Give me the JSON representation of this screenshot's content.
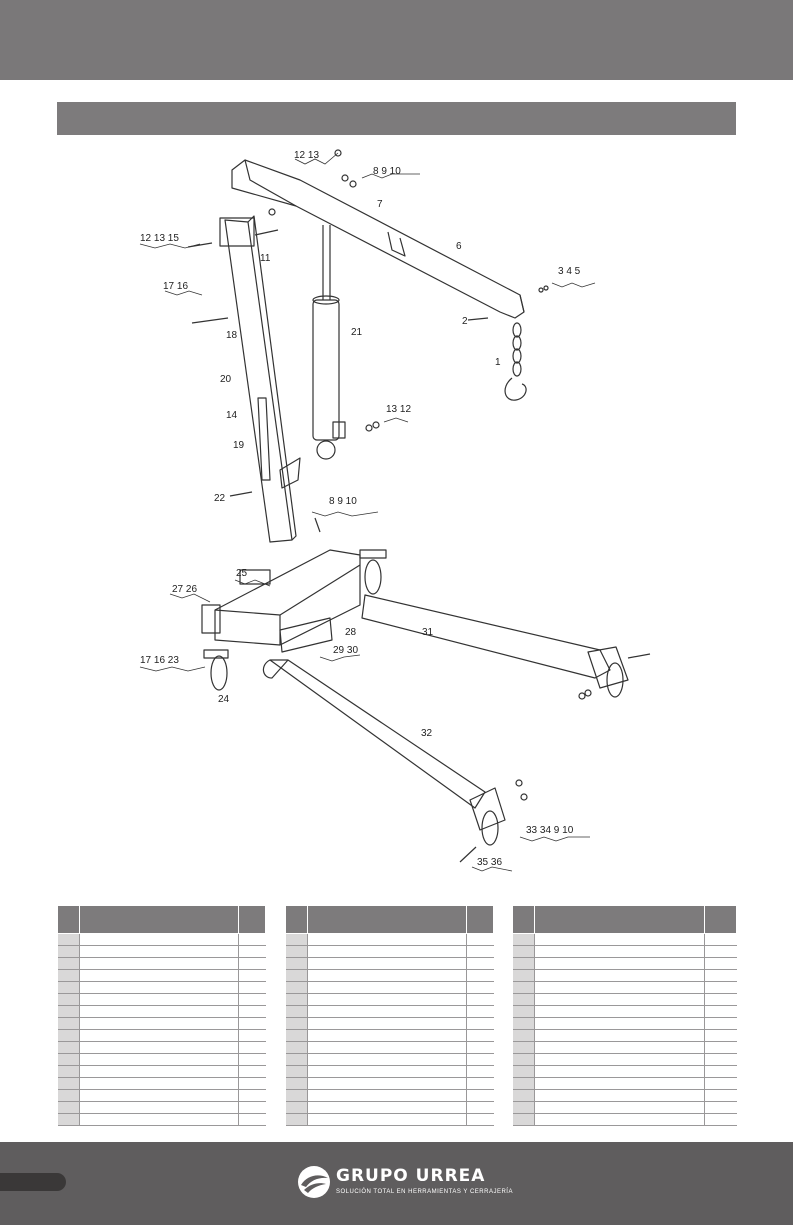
{
  "callouts": {
    "n1": "1",
    "n2": "2",
    "n3_4_5": "3   4   5",
    "n6": "6",
    "n7": "7",
    "n8_9_10_top": "8   9   10",
    "n11": "11",
    "n12_13_top": "12   13",
    "n12_13_15": "12   13   15",
    "n14": "14",
    "n13_12": "13   12",
    "n17_16_top": "17   16",
    "n18": "18",
    "n19": "19",
    "n20": "20",
    "n21": "21",
    "n22": "22",
    "n8_9_10_mid": "8   9   10",
    "n25": "25",
    "n27_26": "27   26",
    "n28": "28",
    "n29_30": "29   30",
    "n31": "31",
    "n17_16_23": "17   16   23",
    "n24": "24",
    "n32": "32",
    "n33_34_9_10": "33   34   9   10",
    "n35_36": "35   36"
  },
  "brand": {
    "name": "GRUPO URREA",
    "tagline": "SOLUCIÓN TOTAL EN HERRAMIENTAS Y CERRAJERÍA"
  },
  "colors": {
    "band": "#7a7879",
    "header": "#7d7b7c",
    "footer": "#5f5d5e",
    "row_shade": "#d9d8d8"
  }
}
